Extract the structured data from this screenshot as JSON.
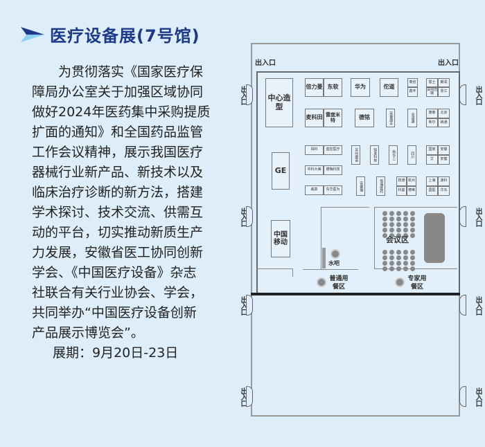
{
  "title": "医疗设备展(7号馆)",
  "body_lines": [
    "为贯彻落实《国家医疗保",
    "障局办公室关于加强区域协同",
    "做好2024年医药集中采购提质",
    "扩面的通知》和全国药品监管",
    "工作会议精神，展示我国医疗",
    "器械行业新产品、新技术以及",
    "临床治疗诊断的新方法，搭建",
    "学术探讨、技术交流、供需互",
    "动的平台，切实推动新质生产",
    "力发展，安徽省医工协同创新",
    "学会、《中国医疗设备》杂志",
    "社联合有关行业协会、学会，",
    "共同举办“中国医疗设备创新",
    "产品展示博览会”。"
  ],
  "dates": "展期：9月20日-23日",
  "plan": {
    "entrance": "出入口",
    "booths": [
      "中心造型",
      "倍力曼",
      "东软",
      "华为",
      "佗道",
      "泰创",
      "鑫丰",
      "富士",
      "朗润",
      "深圳迈瑞",
      "浙江",
      "麦科田",
      "雷度米特",
      "德铭",
      "安健康丰",
      "安速康",
      "康泰",
      "北京",
      "希尔",
      "纳通",
      "昂科",
      "蓝控医疗",
      "中科大美",
      "德梅科技",
      "威高",
      "东华医为",
      "苏州康诺",
      "锦发科技",
      "新华三",
      "四川",
      "国家",
      "安徽",
      "艾",
      "安健",
      "GE",
      "安健福",
      "怪瑞医药",
      "技通",
      "杭州",
      "科曼",
      "德维",
      "上海",
      "速科",
      "国医",
      "华东",
      "中国移动"
    ],
    "meeting": "会议区",
    "water_bar": "水吧",
    "dining_general": "普通用餐区",
    "dining_expert": "专家用餐区"
  }
}
